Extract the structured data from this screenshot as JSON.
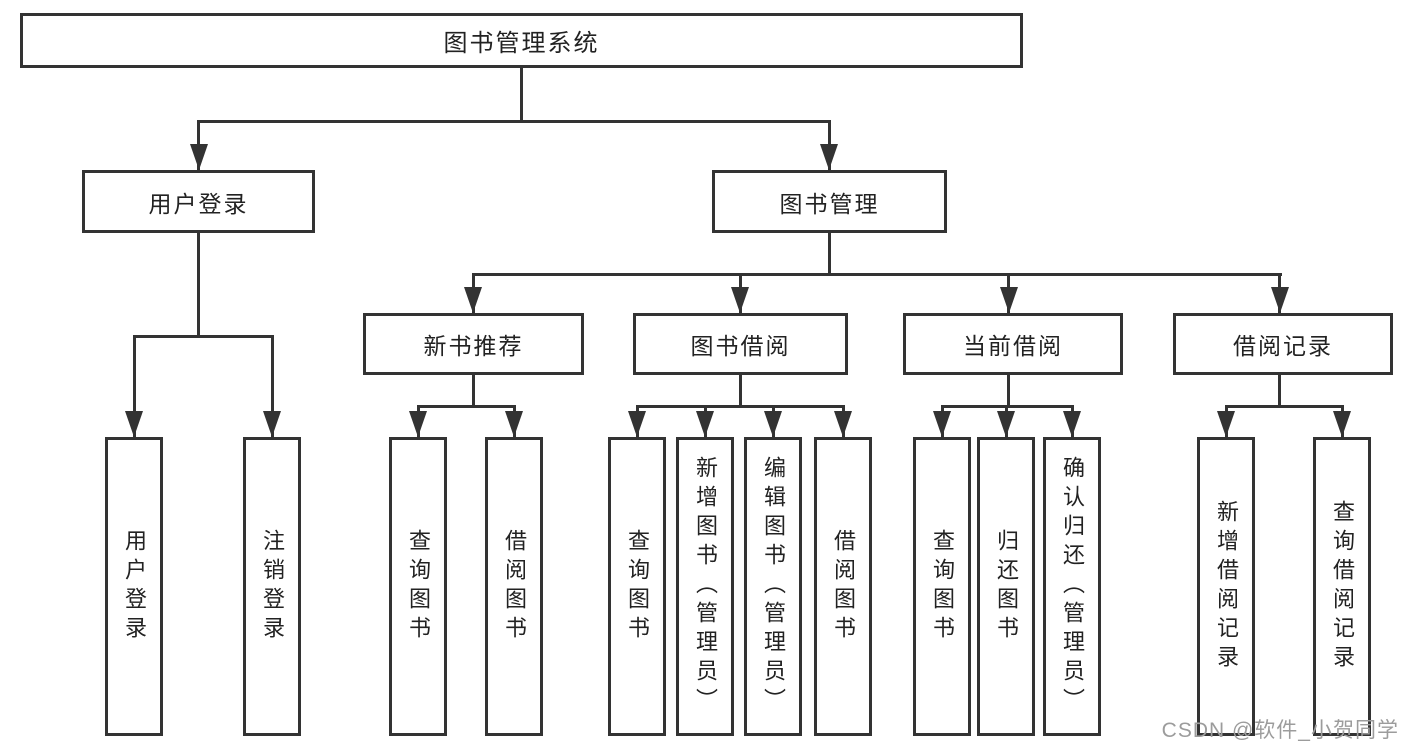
{
  "diagram": {
    "root": {
      "label": "图书管理系统"
    },
    "level2": [
      {
        "id": "user-login",
        "label": "用户登录"
      },
      {
        "id": "book-management",
        "label": "图书管理"
      }
    ],
    "level3": [
      {
        "id": "new-book-recommend",
        "label": "新书推荐"
      },
      {
        "id": "book-borrow",
        "label": "图书借阅"
      },
      {
        "id": "current-borrow",
        "label": "当前借阅"
      },
      {
        "id": "borrow-record",
        "label": "借阅记录"
      }
    ],
    "leaves": [
      {
        "id": "leaf-user-login",
        "label": "用户登录"
      },
      {
        "id": "leaf-logout",
        "label": "注销登录"
      },
      {
        "id": "leaf-query-book-recommend",
        "label": "查询图书"
      },
      {
        "id": "leaf-borrow-book-recommend",
        "label": "借阅图书"
      },
      {
        "id": "leaf-query-book-borrow",
        "label": "查询图书"
      },
      {
        "id": "leaf-add-book-admin",
        "label": "新增图书（管理员）"
      },
      {
        "id": "leaf-edit-book-admin",
        "label": "编辑图书（管理员）"
      },
      {
        "id": "leaf-borrow-book",
        "label": "借阅图书"
      },
      {
        "id": "leaf-query-book-current",
        "label": "查询图书"
      },
      {
        "id": "leaf-return-book",
        "label": "归还图书"
      },
      {
        "id": "leaf-confirm-return-admin",
        "label": "确认归还（管理员）"
      },
      {
        "id": "leaf-add-borrow-record",
        "label": "新增借阅记录"
      },
      {
        "id": "leaf-query-borrow-record",
        "label": "查询借阅记录"
      }
    ]
  },
  "watermark": {
    "text": "CSDN @软件_小贺同学"
  },
  "colors": {
    "line": "#333333",
    "text": "#222222",
    "watermark": "#9c9c9c",
    "background": "#ffffff"
  }
}
